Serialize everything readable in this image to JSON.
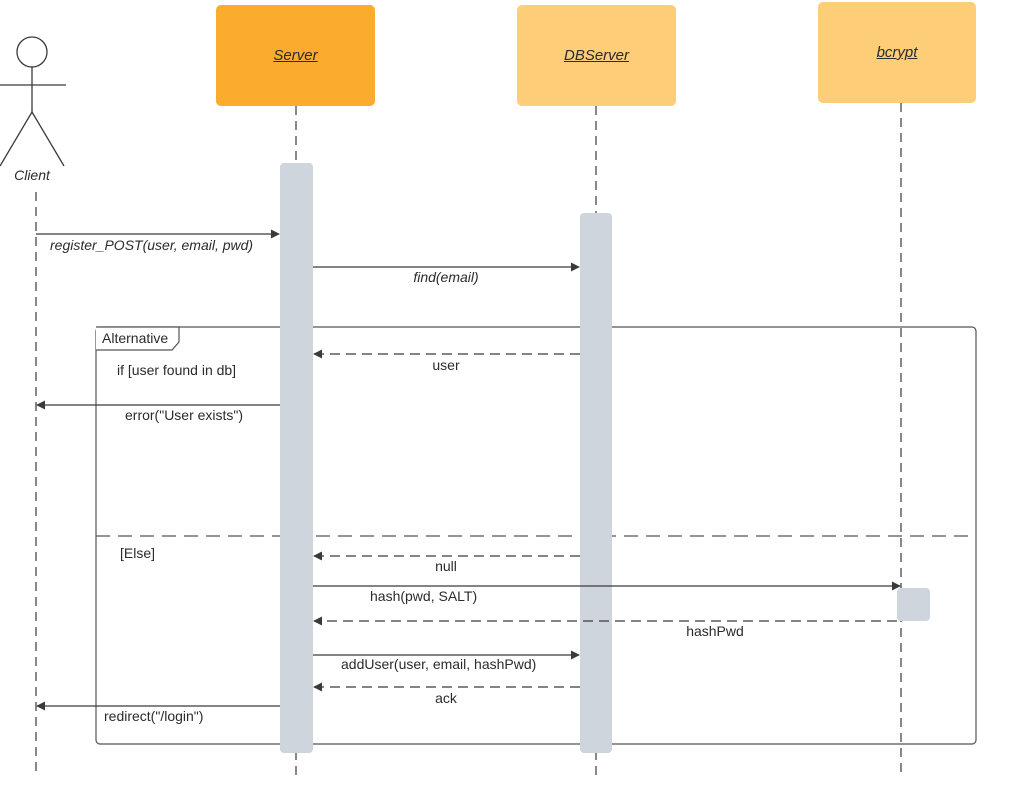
{
  "colors": {
    "server_fill": "#fbab2e",
    "light_fill": "#fdcd78",
    "activation": "#cfd5dd",
    "line": "#3a3a3a",
    "frame": "#555555"
  },
  "participants": {
    "client": "Client",
    "server": "Server",
    "dbserver": "DBServer",
    "bcrypt": "bcrypt"
  },
  "frame": {
    "title": "Alternative",
    "guard_if": "if [user found in db]",
    "guard_else": "[Else]"
  },
  "messages": {
    "register": "register_POST(user, email, pwd)",
    "find": "find(email)",
    "user": "user",
    "error": "error(\"User exists\")",
    "null": "null",
    "hash": "hash(pwd, SALT)",
    "hashpwd": "hashPwd",
    "adduser": "addUser(user, email, hashPwd)",
    "ack": "ack",
    "redirect": "redirect(\"/login\")"
  }
}
